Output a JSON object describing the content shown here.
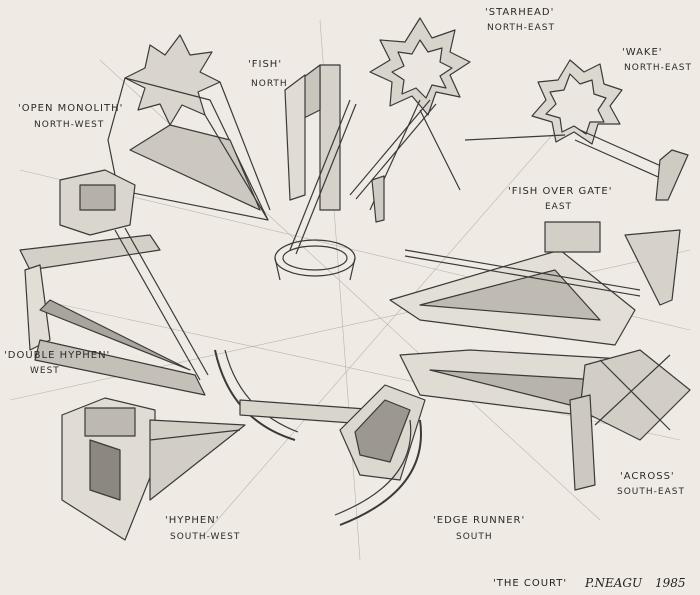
{
  "artwork": {
    "title": "'THE COURT'",
    "signature": "P.NEAGU",
    "year": "1985"
  },
  "labels": [
    {
      "name": "'OPEN MONOLITH'",
      "direction": "NORTH-WEST"
    },
    {
      "name": "'FISH'",
      "direction": "NORTH"
    },
    {
      "name": "'STARHEAD'",
      "direction": "NORTH-EAST"
    },
    {
      "name": "'WAKE'",
      "direction": "NORTH-EAST"
    },
    {
      "name": "'FISH OVER GATE'",
      "direction": "EAST"
    },
    {
      "name": "'DOUBLE HYPHEN'",
      "direction": "WEST"
    },
    {
      "name": "'HYPHEN'",
      "direction": "SOUTH-WEST"
    },
    {
      "name": "'EDGE RUNNER'",
      "direction": "SOUTH"
    },
    {
      "name": "'ACROSS'",
      "direction": "SOUTH-EAST"
    }
  ]
}
